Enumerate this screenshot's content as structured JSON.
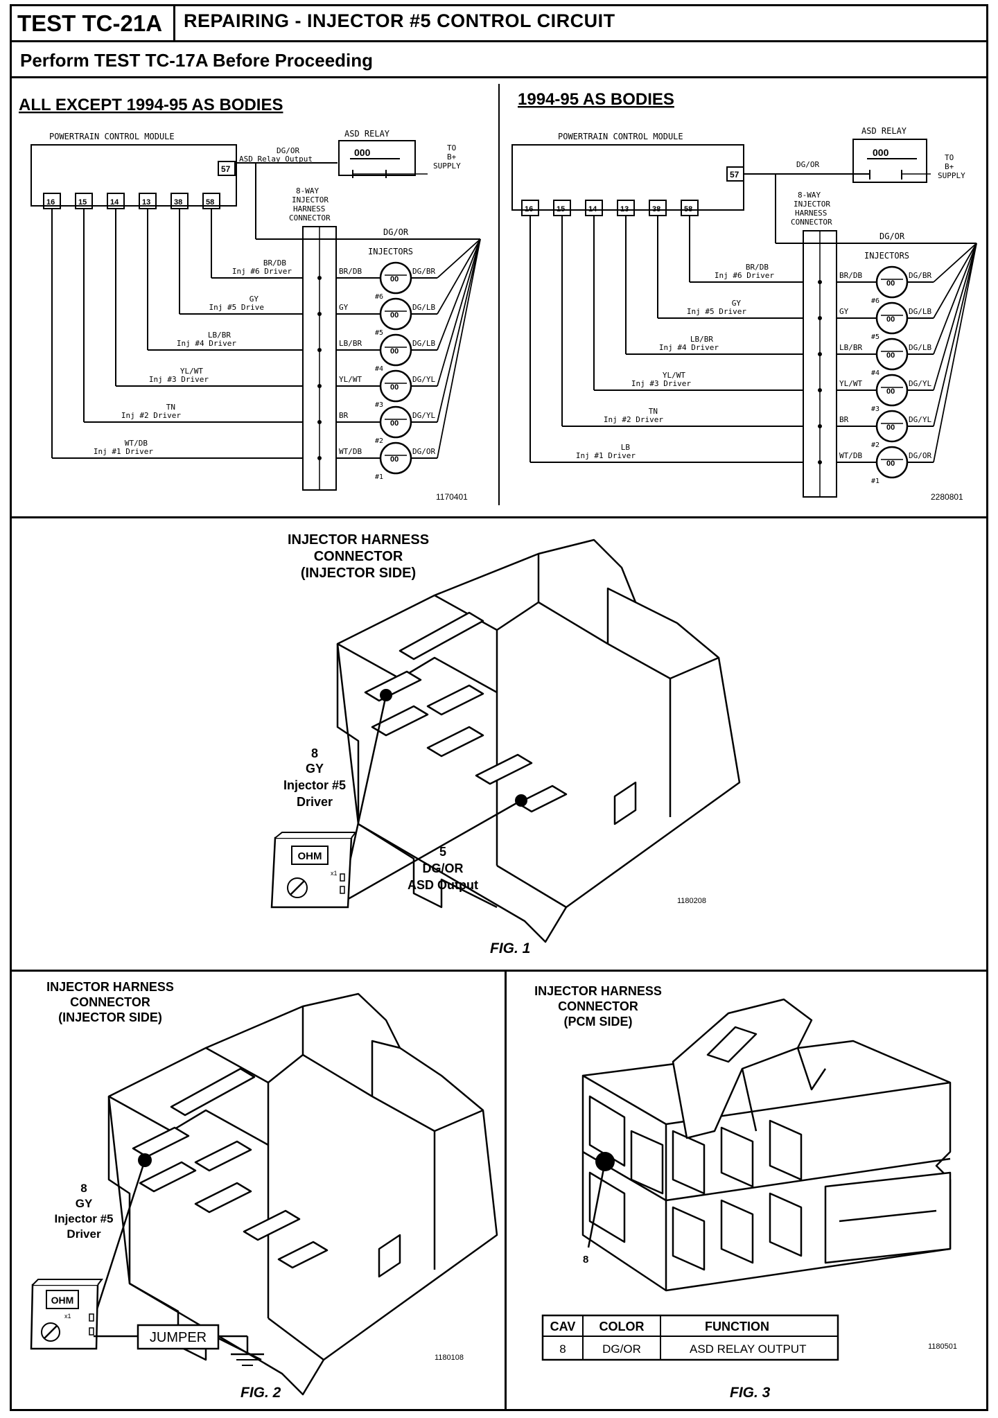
{
  "header": {
    "test_id": "TEST TC-21A",
    "title": "REPAIRING - INJECTOR #5 CONTROL CIRCUIT",
    "subtitle": "Perform TEST TC-17A Before Proceeding"
  },
  "left_schematic": {
    "heading": "ALL EXCEPT 1994-95 AS BODIES",
    "pcm_label": "POWERTRAIN CONTROL MODULE",
    "asd_relay": "ASD RELAY",
    "asd_wire": "DG/OR",
    "asd_output": "ASD Relay Output",
    "supply": [
      "TO",
      "B+",
      "SUPPLY"
    ],
    "pin_57": "57",
    "pins": [
      "16",
      "15",
      "14",
      "13",
      "38",
      "58"
    ],
    "connector": [
      "8-WAY",
      "INJECTOR",
      "HARNESS",
      "CONNECTOR"
    ],
    "dgor_top": "DG/OR",
    "injectors_label": "INJECTORS",
    "injectors": [
      {
        "wire": "BR/DB",
        "driver": "Inj #6 Driver",
        "num": "#6",
        "right": "DG/BR"
      },
      {
        "wire": "GY",
        "driver": "Inj #5 Drive",
        "num": "#5",
        "right": "DG/LB"
      },
      {
        "wire": "LB/BR",
        "driver": "Inj #4 Driver",
        "num": "#4",
        "right": "DG/LB"
      },
      {
        "wire": "YL/WT",
        "driver": "Inj #3 Driver",
        "num": "#3",
        "right": "DG/YL"
      },
      {
        "wire": "TN",
        "driver": "Inj #2 Driver",
        "num": "#2",
        "right": "DG/YL",
        "conn": "BR"
      },
      {
        "wire": "WT/DB",
        "driver": "Inj #1 Driver",
        "num": "#1",
        "right": "DG/OR"
      }
    ],
    "conn_labels": [
      "BR/DB",
      "GY",
      "LB/BR",
      "YL/WT",
      "BR",
      "WT/DB"
    ],
    "coil": "00",
    "code": "1170401"
  },
  "right_schematic": {
    "heading": "1994-95 AS BODIES",
    "pcm_label": "POWERTRAIN CONTROL MODULE",
    "asd_relay": "ASD RELAY",
    "asd_wire": "DG/OR",
    "supply": [
      "TO",
      "B+",
      "SUPPLY"
    ],
    "pin_57": "57",
    "pins": [
      "16",
      "15",
      "14",
      "13",
      "38",
      "58"
    ],
    "connector": [
      "8-WAY",
      "INJECTOR",
      "HARNESS",
      "CONNECTOR"
    ],
    "dgor_top": "DG/OR",
    "injectors_label": "INJECTORS",
    "injectors": [
      {
        "wire": "BR/DB",
        "driver": "Inj #6 Driver",
        "num": "#6",
        "right": "DG/BR"
      },
      {
        "wire": "GY",
        "driver": "Inj #5 Driver",
        "num": "#5",
        "right": "DG/LB"
      },
      {
        "wire": "LB/BR",
        "driver": "Inj #4 Driver",
        "num": "#4",
        "right": "DG/LB"
      },
      {
        "wire": "YL/WT",
        "driver": "Inj #3 Driver",
        "num": "#3",
        "right": "DG/YL"
      },
      {
        "wire": "TN",
        "driver": "Inj #2 Driver",
        "num": "#2",
        "right": "DG/YL"
      },
      {
        "wire": "LB",
        "driver": "Inj #1 Driver",
        "num": "#1",
        "right": "DG/OR"
      }
    ],
    "conn_labels": [
      "BR/DB",
      "GY",
      "LB/BR",
      "YL/WT",
      "BR",
      "WT/DB"
    ],
    "coil": "00",
    "code": "2280801"
  },
  "fig1": {
    "title": [
      "INJECTOR HARNESS",
      "CONNECTOR",
      "(INJECTOR SIDE)"
    ],
    "probe_a": [
      "8",
      "GY",
      "Injector #5",
      "Driver"
    ],
    "probe_b": [
      "5",
      "DG/OR",
      "ASD Output"
    ],
    "meter": "OHM",
    "range": "x1",
    "code": "1180208",
    "caption": "FIG. 1"
  },
  "fig2": {
    "title": [
      "INJECTOR HARNESS",
      "CONNECTOR",
      "(INJECTOR SIDE)"
    ],
    "probe": [
      "8",
      "GY",
      "Injector #5",
      "Driver"
    ],
    "meter": "OHM",
    "range": "x1",
    "jumper": "JUMPER",
    "code": "1180108",
    "caption": "FIG. 2"
  },
  "fig3": {
    "title": [
      "INJECTOR HARNESS",
      "CONNECTOR",
      "(PCM SIDE)"
    ],
    "pin": "8",
    "table": {
      "headers": [
        "CAV",
        "COLOR",
        "FUNCTION"
      ],
      "rows": [
        [
          "8",
          "DG/OR",
          "ASD RELAY OUTPUT"
        ]
      ]
    },
    "code": "1180501",
    "caption": "FIG. 3"
  }
}
